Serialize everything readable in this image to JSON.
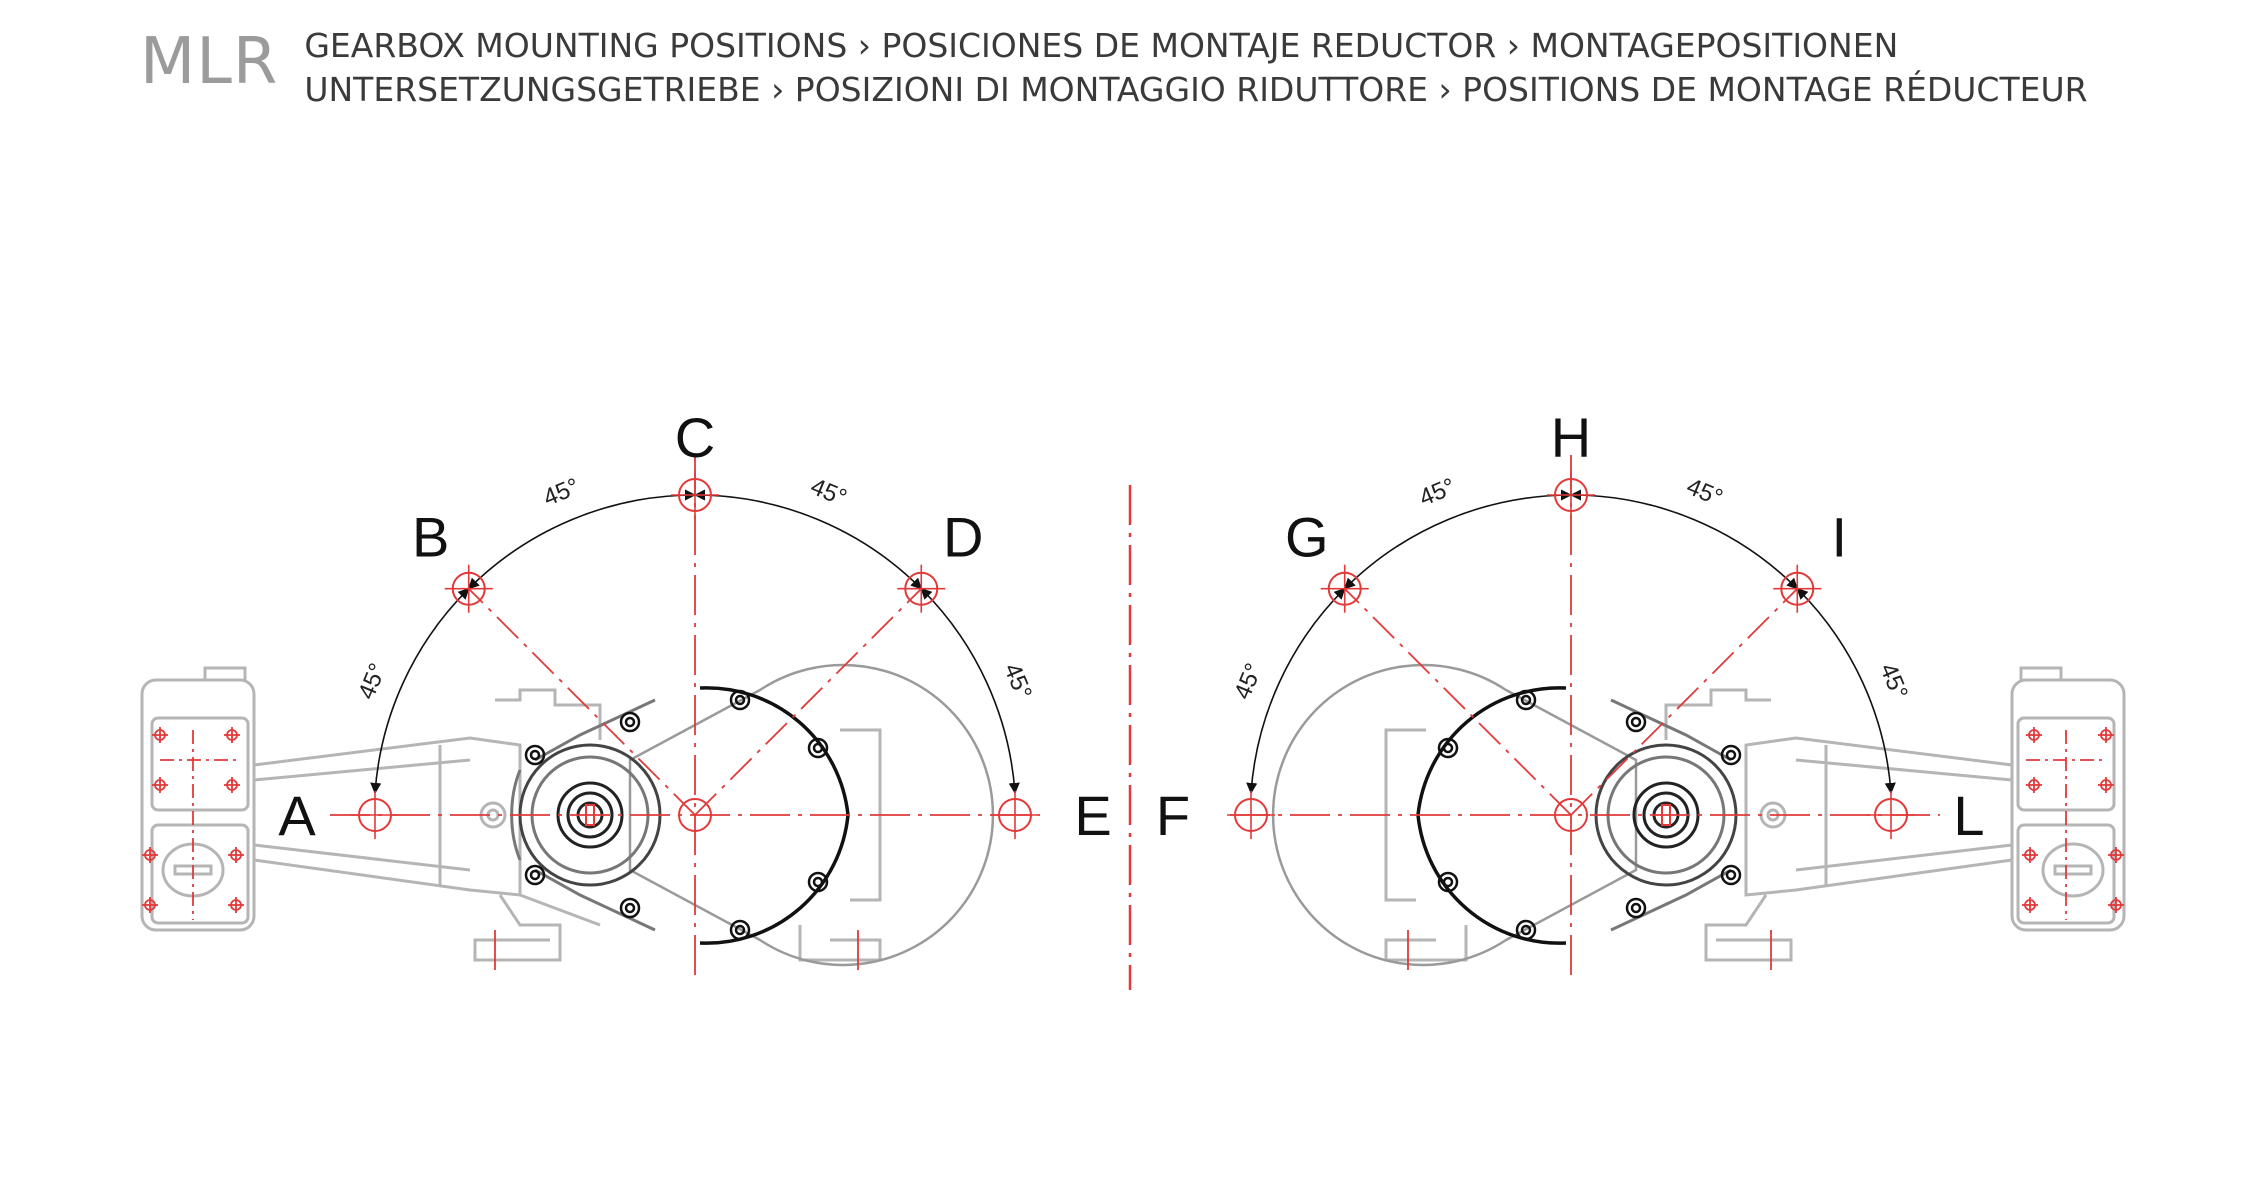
{
  "header": {
    "code": "MLR",
    "line1": "GEARBOX MOUNTING POSITIONS › POSICIONES DE MONTAJE REDUCTOR › MONTAGEPOSITIONEN",
    "line2": "UNTERSETZUNGSGETRIEBE › POSIZIONI DI MONTAGGIO RIDUTTORE › POSITIONS DE MONTAGE RÉDUCTEUR"
  },
  "left_view": {
    "positions": [
      "A",
      "B",
      "C",
      "D",
      "E"
    ],
    "angles": [
      "45°",
      "45°",
      "45°",
      "45°"
    ]
  },
  "right_view": {
    "positions": [
      "F",
      "G",
      "H",
      "I",
      "L"
    ],
    "angles": [
      "45°",
      "45°",
      "45°",
      "45°"
    ]
  },
  "colors": {
    "centerline": "#e23a3a",
    "gray_outline": "#b5b5b5",
    "black_outline": "#111111",
    "label": "#111111",
    "code_gray": "#9b9b9b"
  }
}
